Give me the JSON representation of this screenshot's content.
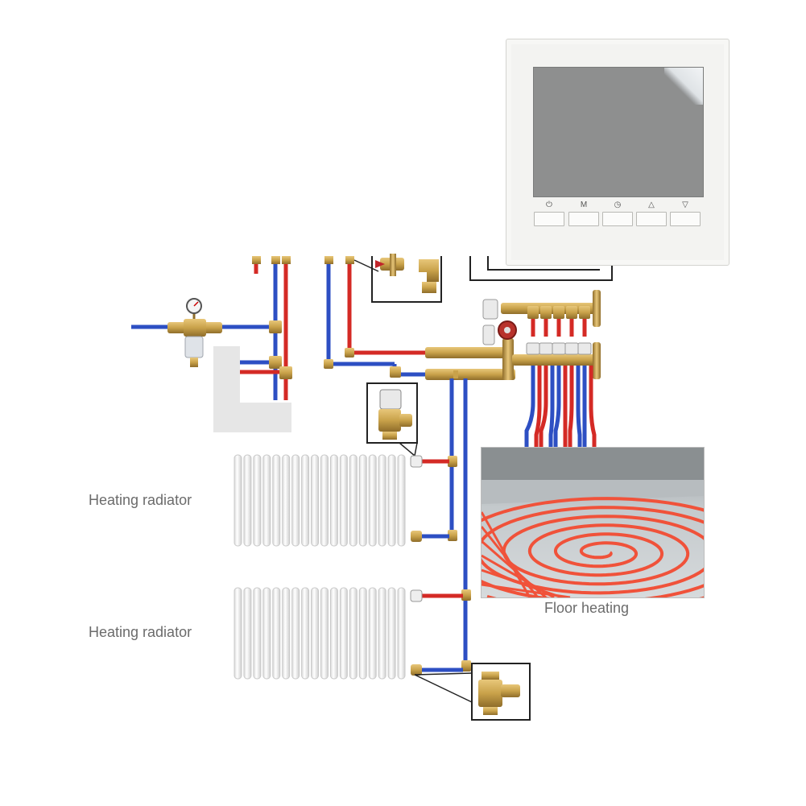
{
  "labels": {
    "radiator_top": "Heating radiator",
    "radiator_bottom": "Heating radiator",
    "floor_heating": "Floor heating"
  },
  "thermostat": {
    "buttons": [
      {
        "name": "power",
        "glyph": "⏻"
      },
      {
        "name": "mode",
        "glyph": "M"
      },
      {
        "name": "clock",
        "glyph": "◷"
      },
      {
        "name": "up",
        "glyph": "△"
      },
      {
        "name": "down",
        "glyph": "▽"
      }
    ]
  },
  "colors": {
    "hot_pipe": "#d42a25",
    "cold_pipe": "#2d4fc3",
    "brass": "#c9a24a",
    "label": "#6b6b6b",
    "floor_pipe": "#f0523a"
  },
  "icons": [
    "pressure-gauge-icon",
    "pump-icon",
    "valve-icon",
    "tee-valve-icon"
  ]
}
